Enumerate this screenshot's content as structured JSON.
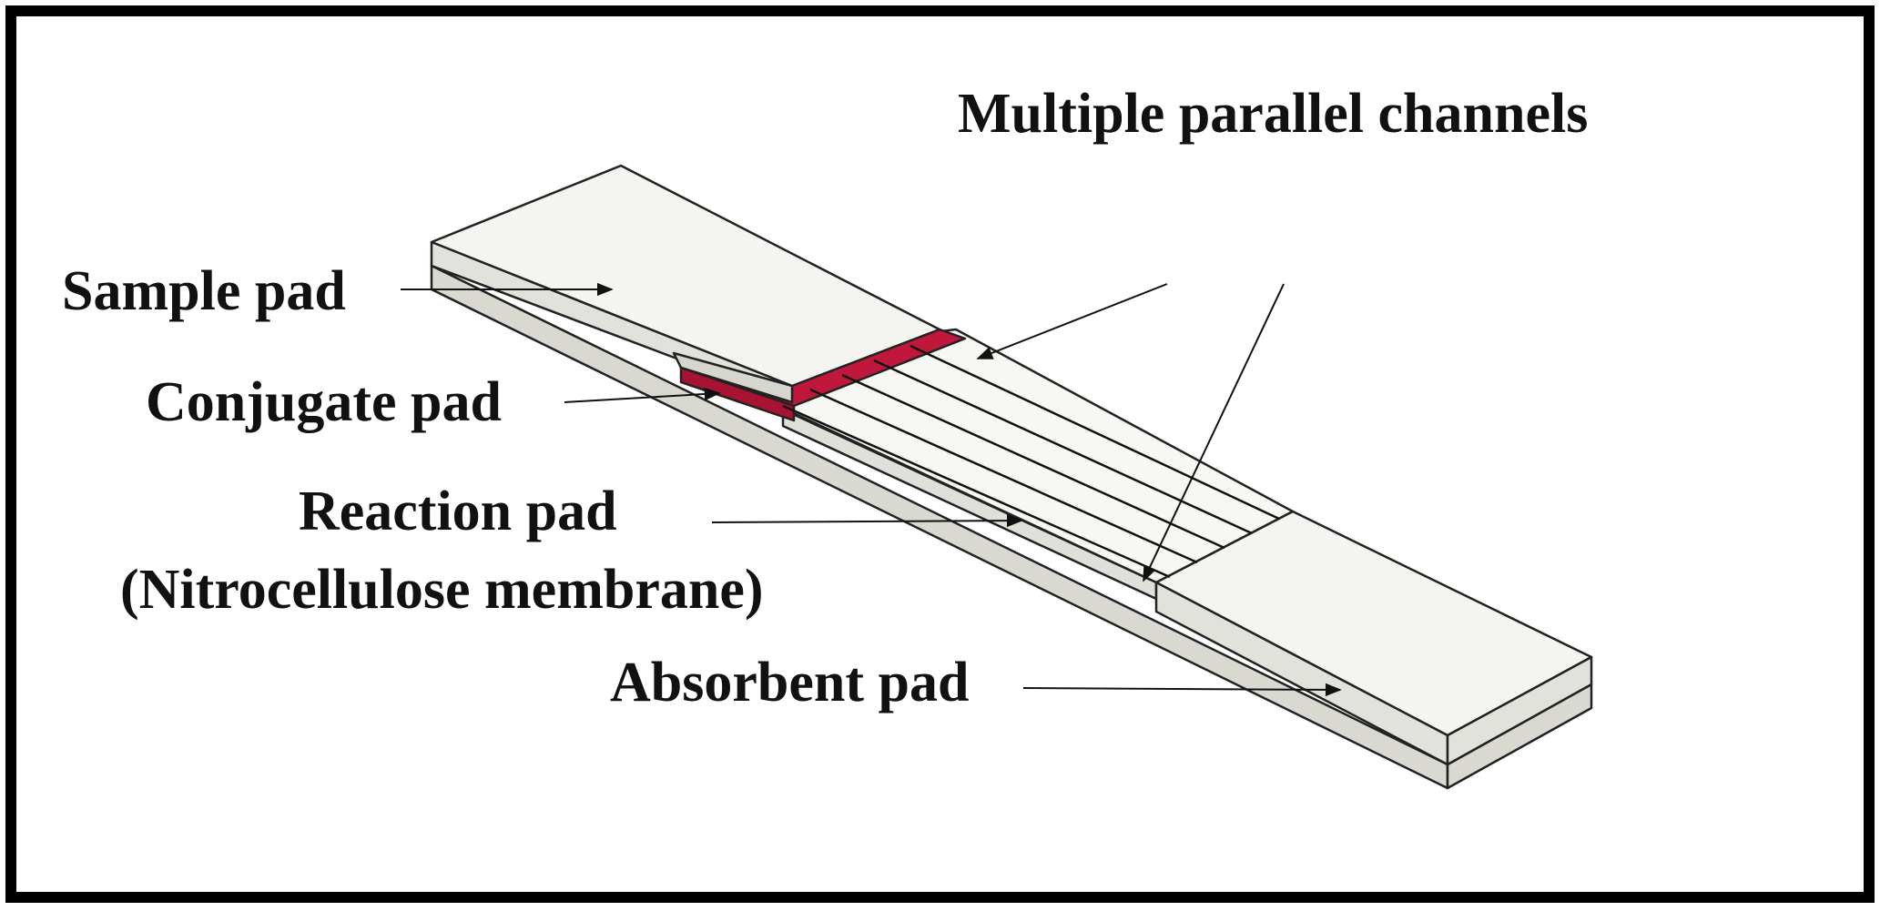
{
  "labels": {
    "channels": "Multiple parallel channels",
    "sample_pad": "Sample pad",
    "conjugate_pad": "Conjugate pad",
    "reaction_pad_line1": "Reaction pad",
    "reaction_pad_line2": "(Nitrocellulose membrane)",
    "absorbent_pad": "Absorbent pad"
  },
  "colors": {
    "frame": "#000000",
    "strip_top": "#f4f4f1",
    "strip_side": "#d9d9d2",
    "conjugate": "#c0183c",
    "line": "#111111"
  }
}
